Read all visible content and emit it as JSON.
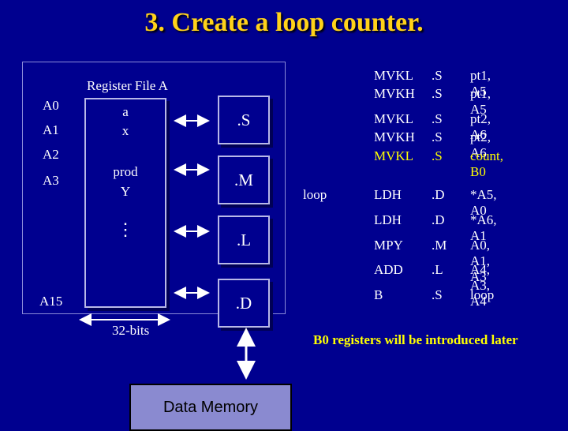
{
  "title": "3.  Create a loop counter.",
  "register_file": {
    "label": "Register File A",
    "registers": [
      "A0",
      "A1",
      "A2",
      "A3",
      "A15"
    ],
    "cells": [
      "a",
      "x",
      "prod",
      "Y"
    ],
    "dots": "⋮",
    "width_label": "32-bits"
  },
  "units": [
    ".S",
    ".M",
    ".L",
    ".D"
  ],
  "data_memory": "Data Memory",
  "code": {
    "setup": [
      [
        "MVKL",
        ".S",
        "pt1, A5"
      ],
      [
        "MVKH",
        ".S",
        "pt1, A5"
      ],
      [
        "MVKL",
        ".S",
        "pt2, A6"
      ],
      [
        "MVKH",
        ".S",
        "pt2, A6"
      ],
      [
        "MVKL",
        ".S",
        "count, B0"
      ]
    ],
    "loop_label": "loop",
    "loop": [
      [
        "LDH",
        ".D",
        "*A5, A0"
      ],
      [
        "LDH",
        ".D",
        "*A6, A1"
      ],
      [
        "MPY",
        ".M",
        "A0, A1, A3"
      ],
      [
        "ADD",
        ".L",
        "A4, A3, A4"
      ],
      [
        "B",
        ".S",
        "loop"
      ]
    ]
  },
  "note": "B0 registers will be introduced later",
  "colors": {
    "background": "#00008f",
    "title": "#ffd21a",
    "highlight": "#ffff00",
    "memory_box": "#8a8ad0"
  }
}
